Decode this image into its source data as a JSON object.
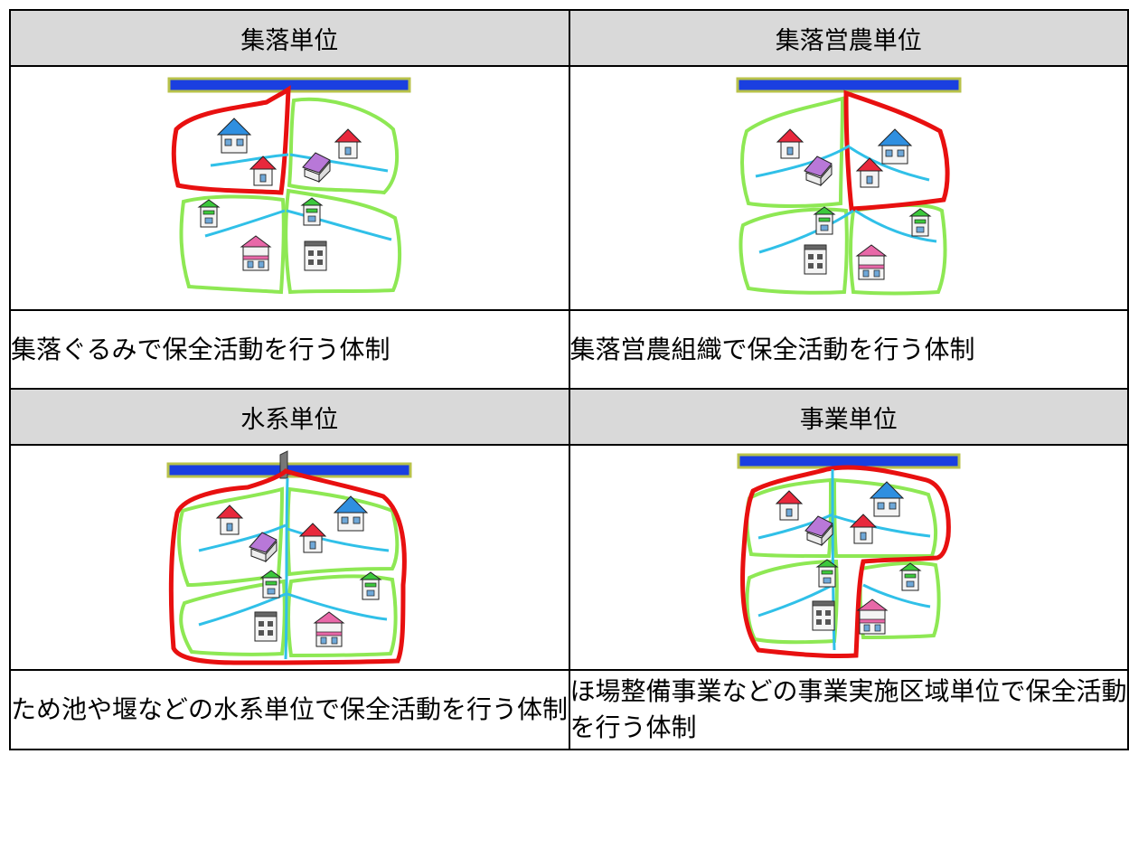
{
  "cells": [
    {
      "title": "集落単位",
      "description": "集落ぐるみで保全活動を行う体制"
    },
    {
      "title": "集落営農単位",
      "description": "集落営農組織で保全活動を行う体制"
    },
    {
      "title": "水系単位",
      "description": "ため池や堰などの水系単位で保全活動を行う体制"
    },
    {
      "title": "事業単位",
      "description": "ほ場整備事業などの事業実施区域単位で保全活動を行う体制"
    }
  ],
  "colors": {
    "river": "#1a3fe0",
    "river_bank": "#b8c24a",
    "field_outline": "#8ee854",
    "boundary": "#e81010",
    "canal": "#30c0e8",
    "header_bg": "#d9d9d9"
  }
}
